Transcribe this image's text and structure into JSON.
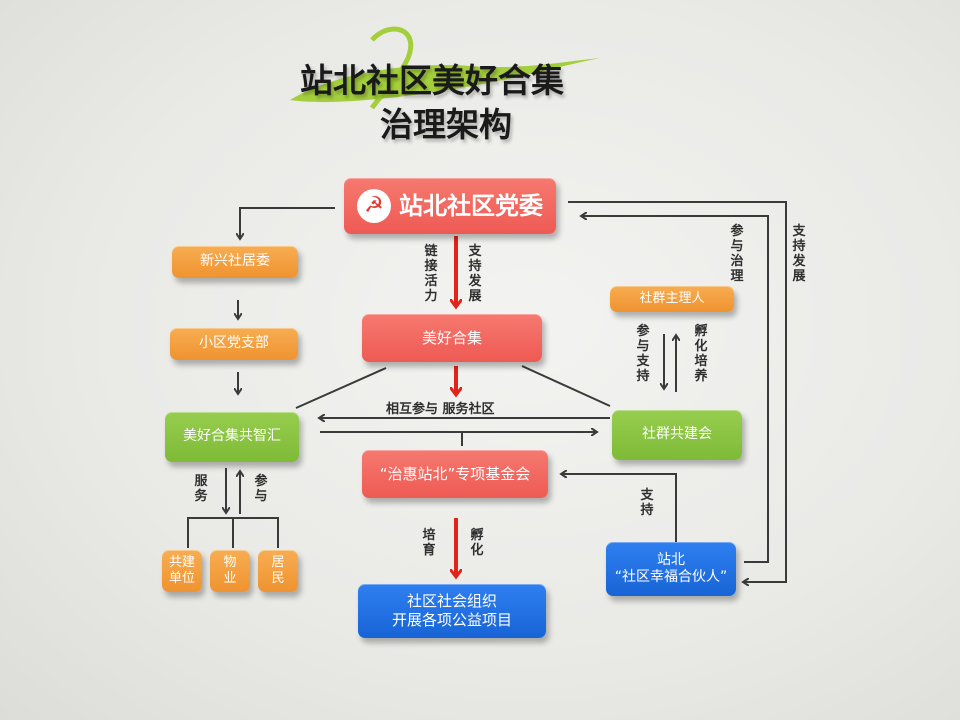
{
  "title": {
    "line1": "站北社区美好合集",
    "line2": "治理架构"
  },
  "nodes": {
    "party_committee": "站北社区党委",
    "xinxing_committee": "新兴社居委",
    "estate_branch": "小区党支部",
    "meihao_collection": "美好合集",
    "think_tank": "美好合集共智汇",
    "community_masters": "社群主理人",
    "community_council": "社群共建会",
    "fund_line1": "“治惠站北”专项基金会",
    "partners_line1": "站北",
    "partners_line2": "“社区幸福合伙人”",
    "projects_line1": "社区社会组织",
    "projects_line2": "开展各项公益项目",
    "builder_units": "共建单位",
    "property": "物业",
    "residents": "居民"
  },
  "labels": {
    "link_vitality": "链接活力",
    "support_dev": "支持发展",
    "participate_support": "参与支持",
    "incubate_cultivate": "孵化培养",
    "mutual_serve": "相互参与 服务社区",
    "serve": "服务",
    "participate": "参与",
    "cultivate": "培育",
    "incubate": "孵化",
    "support": "支持",
    "participate_govern": "参与治理",
    "support_dev_right": "支持发展"
  },
  "icons": {
    "party_emblem": "hammer-sickle-icon"
  },
  "colors": {
    "red": "#ee5a54",
    "orange": "#ef9330",
    "green": "#7ebb37",
    "blue": "#1864d6",
    "arrow_red": "#e2231a",
    "title_swoosh": "#9ccc2a"
  }
}
